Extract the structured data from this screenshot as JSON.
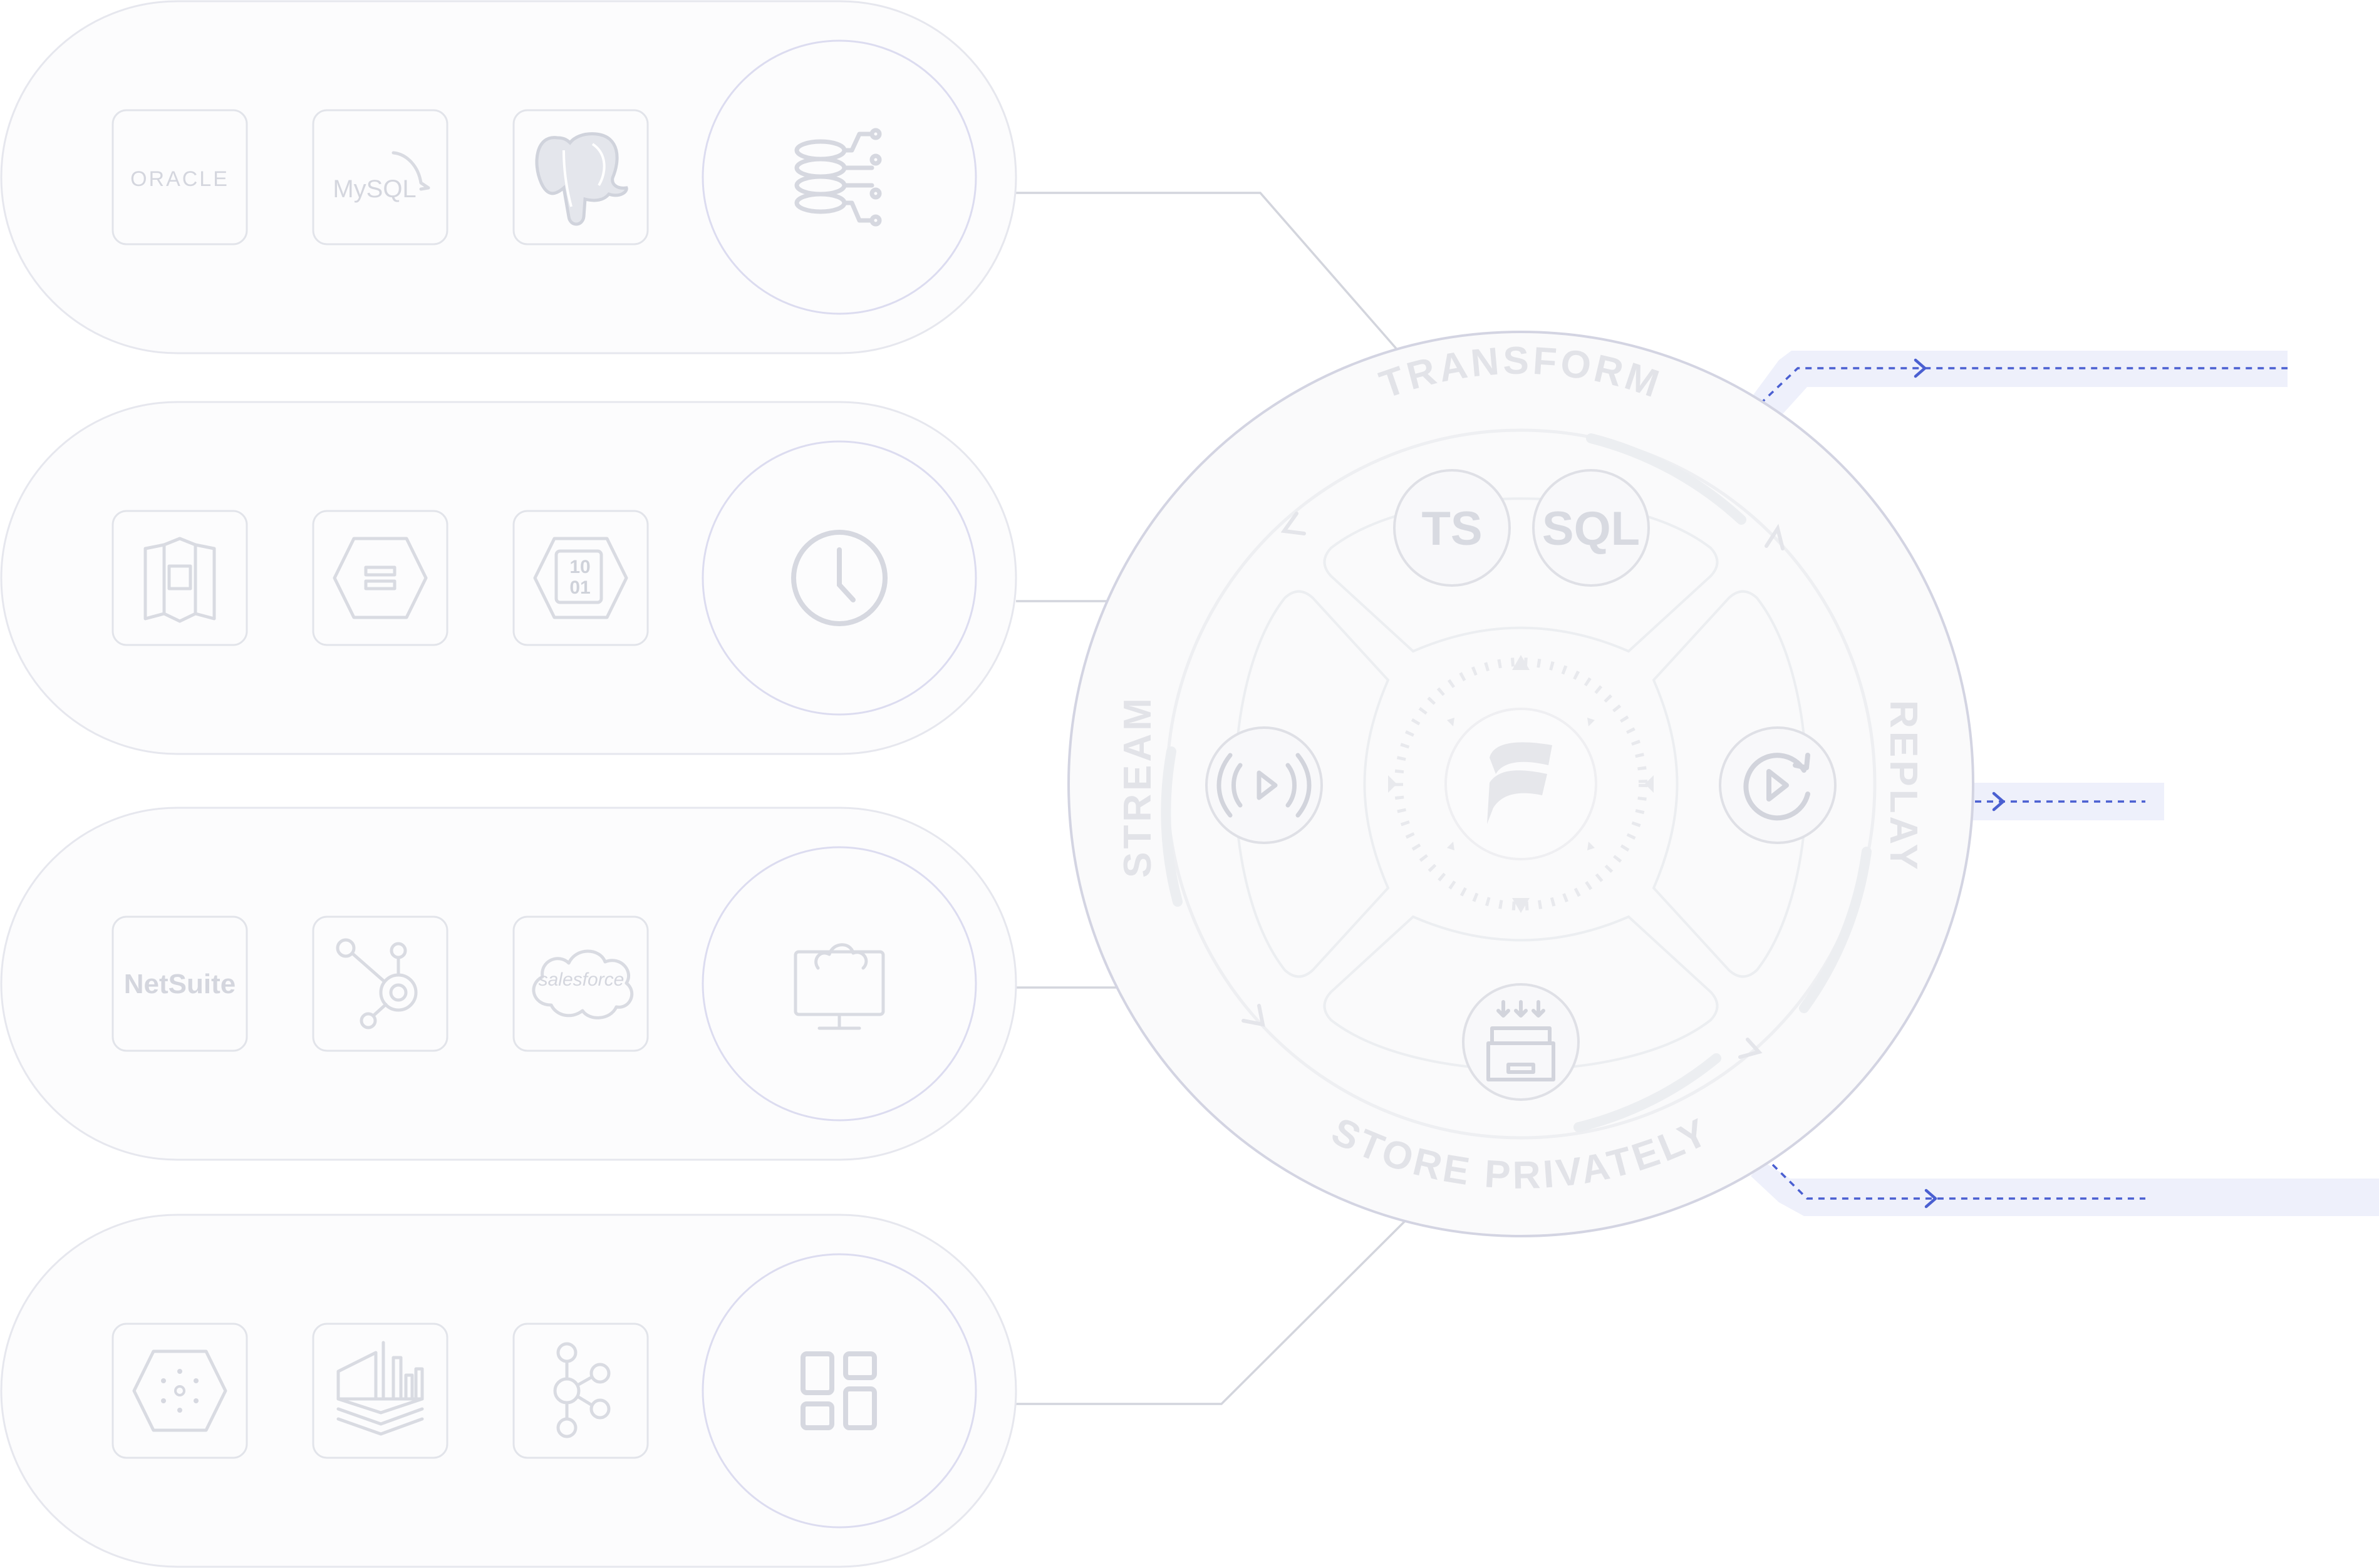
{
  "diagram": {
    "sources": [
      {
        "row": "databases",
        "tiles": [
          {
            "name": "oracle",
            "label": "ORACLE"
          },
          {
            "name": "mysql",
            "label": "MySQL"
          },
          {
            "name": "postgresql",
            "label": ""
          }
        ],
        "hub_icon": "database-stack-icon"
      },
      {
        "row": "warehouses",
        "tiles": [
          {
            "name": "bigquery-map",
            "label": ""
          },
          {
            "name": "gcp-storage",
            "label": ""
          },
          {
            "name": "binary-file",
            "label": ""
          }
        ],
        "hub_icon": "clock-icon"
      },
      {
        "row": "saas",
        "tiles": [
          {
            "name": "netsuite",
            "label": "NetSuite"
          },
          {
            "name": "hubspot",
            "label": ""
          },
          {
            "name": "salesforce",
            "label": "salesforce"
          }
        ],
        "hub_icon": "cloud-monitor-icon"
      },
      {
        "row": "streaming",
        "tiles": [
          {
            "name": "gcp-pubsub",
            "label": ""
          },
          {
            "name": "analytics-building",
            "label": ""
          },
          {
            "name": "kafka",
            "label": ""
          }
        ],
        "hub_icon": "grid-apps-icon"
      }
    ],
    "core": {
      "labels": {
        "top": "TRANSFORM",
        "left": "STREAM",
        "right": "REPLAY",
        "bottom": "STORE PRIVATELY"
      },
      "badges": {
        "ts": "TS",
        "sql": "SQL"
      },
      "center_icon": "estuary-logo-icon",
      "left_icon": "broadcast-play-icon",
      "right_icon": "replay-icon",
      "bottom_icon": "archive-box-icon"
    },
    "outputs": [
      "output-top",
      "output-middle",
      "output-bottom"
    ],
    "colors": {
      "accent": "#4a5fd1",
      "output_band": "#eef0fb",
      "outline": "#e2e4ea",
      "icon": "#d6d8e0"
    }
  }
}
